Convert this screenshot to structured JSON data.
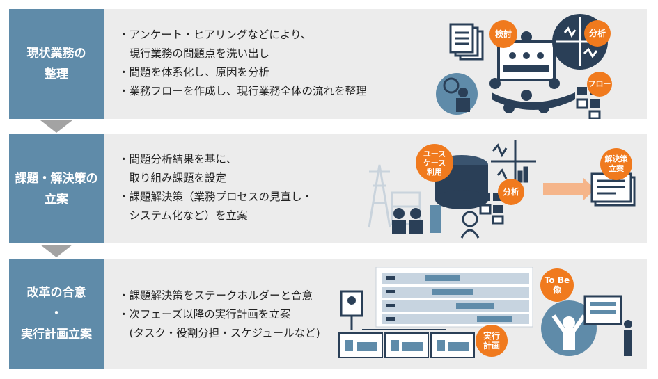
{
  "rows": [
    {
      "label": [
        "現状業務の",
        "整理"
      ],
      "bullets": [
        "・アンケート・ヒアリングなどにより、",
        "　現行業務の問題点を洗い出し",
        "・問題を体系化し、原因を分析",
        "・業務フローを作成し、現行業務全体の流れを整理"
      ],
      "bubbles": [
        "検討",
        "分析",
        "フロー"
      ]
    },
    {
      "label": [
        "課題・解決策の",
        "立案"
      ],
      "bullets": [
        "・問題分析結果を基に、",
        "　取り組み課題を設定",
        "・課題解決策（業務プロセスの見直し・",
        "　システム化など）を立案"
      ],
      "bubbles": [
        "ユース\nケース\n利用",
        "分析",
        "解決策\n立案"
      ]
    },
    {
      "label": [
        "改革の合意",
        "・",
        "実行計画立案"
      ],
      "bullets": [
        "・課題解決策をステークホルダーと合意",
        "・次フェーズ以降の実行計画を立案",
        "　(タスク・役割分担・スケジュールなど)"
      ],
      "bubbles": [
        "実行\n計画",
        "To Be\n像"
      ]
    }
  ],
  "colors": {
    "label_bg": "#5f8ba9",
    "row_bg": "#ececec",
    "accent": "#f07a1e",
    "navy": "#2a3f57",
    "arrow": "#a3a3a3"
  }
}
